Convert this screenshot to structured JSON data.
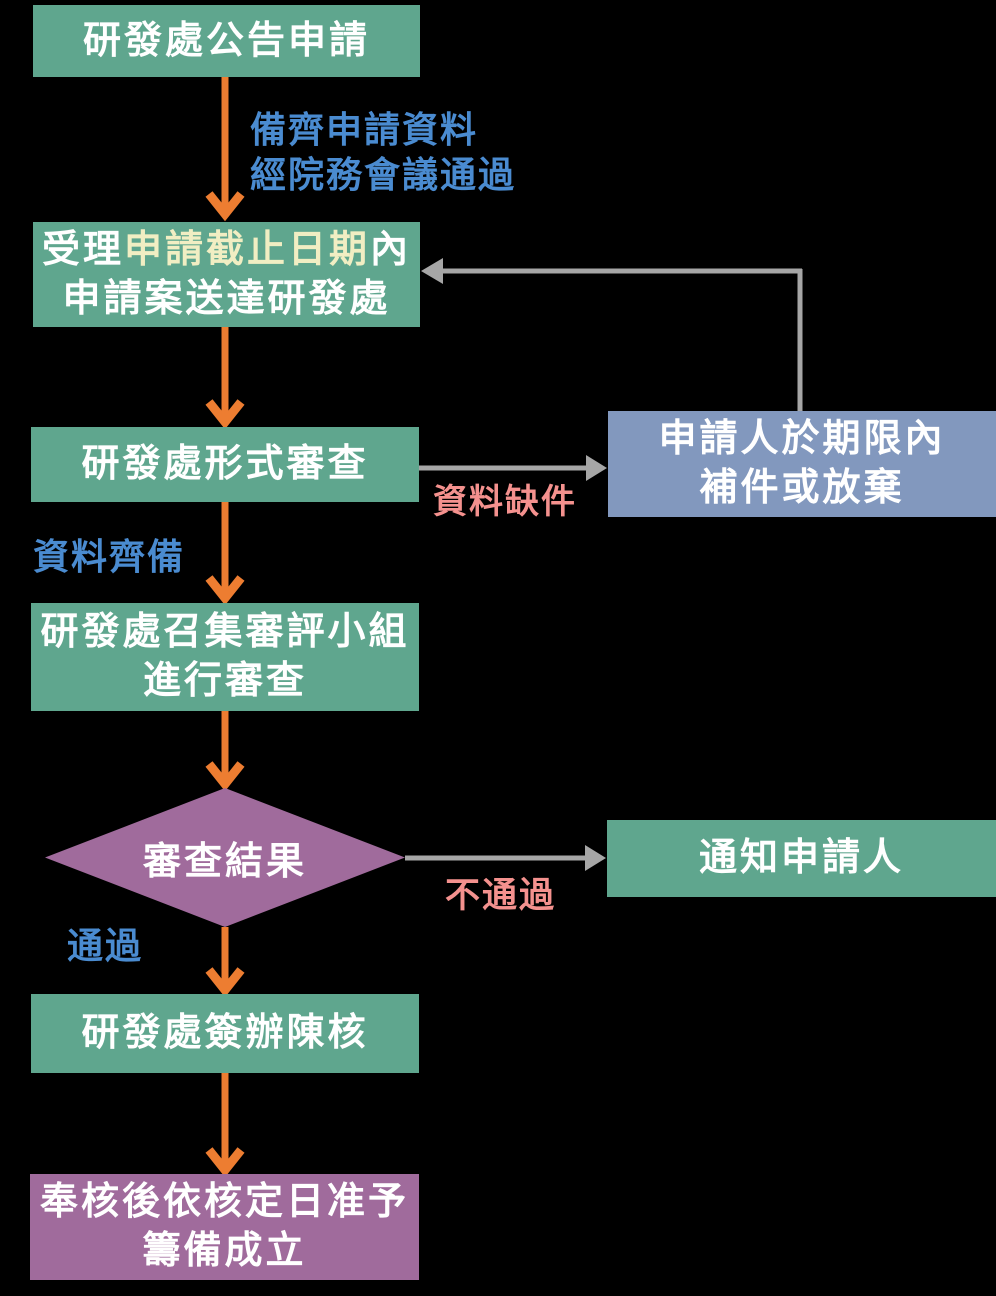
{
  "diagram": {
    "type": "flowchart",
    "background": "#000000",
    "colors": {
      "process_green": "#5FA68E",
      "supplement_blue": "#8298BE",
      "decision_purple": "#A06B9C",
      "final_purple": "#A06B9C",
      "arrow_orange": "#ED7D31",
      "arrow_gray": "#A6A6A6",
      "label_blue": "#4A8BD0",
      "label_pink": "#F4918E",
      "highlight_cream": "#F1EEC3",
      "node_text": "#FFFFFF"
    }
  },
  "nodes": {
    "announce": {
      "label": "研發處公告申請"
    },
    "deadline": {
      "line1_prefix": "受理",
      "line1_highlight": "申請截止日期",
      "line1_suffix": "內",
      "line2": "申請案送達研發處"
    },
    "format_review": {
      "label": "研發處形式審查"
    },
    "supplement": {
      "line1": "申請人於期限內",
      "line2": "補件或放棄"
    },
    "committee": {
      "line1": "研發處召集審評小組",
      "line2": "進行審查"
    },
    "decision": {
      "label": "審查結果"
    },
    "notify": {
      "label": "通知申請人"
    },
    "approval": {
      "label": "研發處簽辦陳核"
    },
    "establish": {
      "line1": "奉核後依核定日准予",
      "line2": "籌備成立"
    }
  },
  "edge_labels": {
    "prepare_line1": "備齊申請資料",
    "prepare_line2": "經院務會議通過",
    "data_complete": "資料齊備",
    "data_missing": "資料缺件",
    "pass": "通過",
    "fail": "不通過"
  }
}
